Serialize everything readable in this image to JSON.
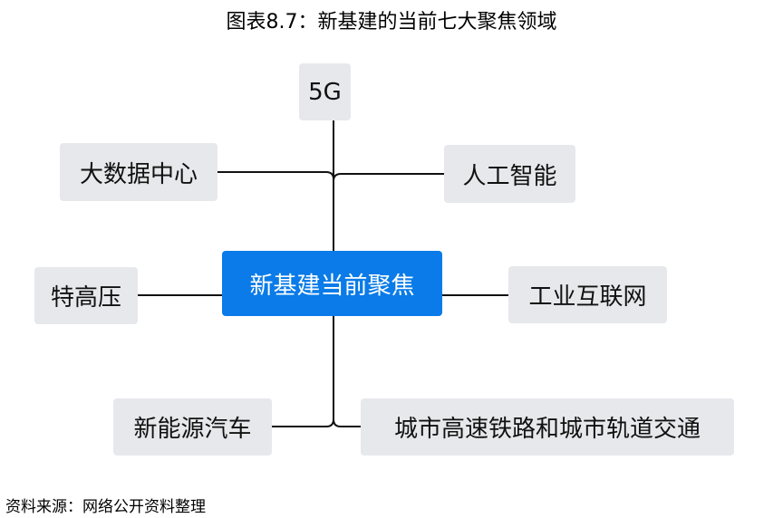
{
  "title": "图表8.7：新基建的当前七大聚焦领域",
  "center": "新基建当前聚焦",
  "nodes": {
    "5g": "5G",
    "big_data": "大数据中心",
    "ai": "人工智能",
    "uhv": "特高压",
    "iiot": "工业互联网",
    "nev": "新能源汽车",
    "rail": "城市高速铁路和城市轨道交通"
  },
  "source": "资料来源：网络公开资料整理",
  "colors": {
    "center": "#0a7be8",
    "node": "#e6e8eb",
    "line": "#111111"
  }
}
